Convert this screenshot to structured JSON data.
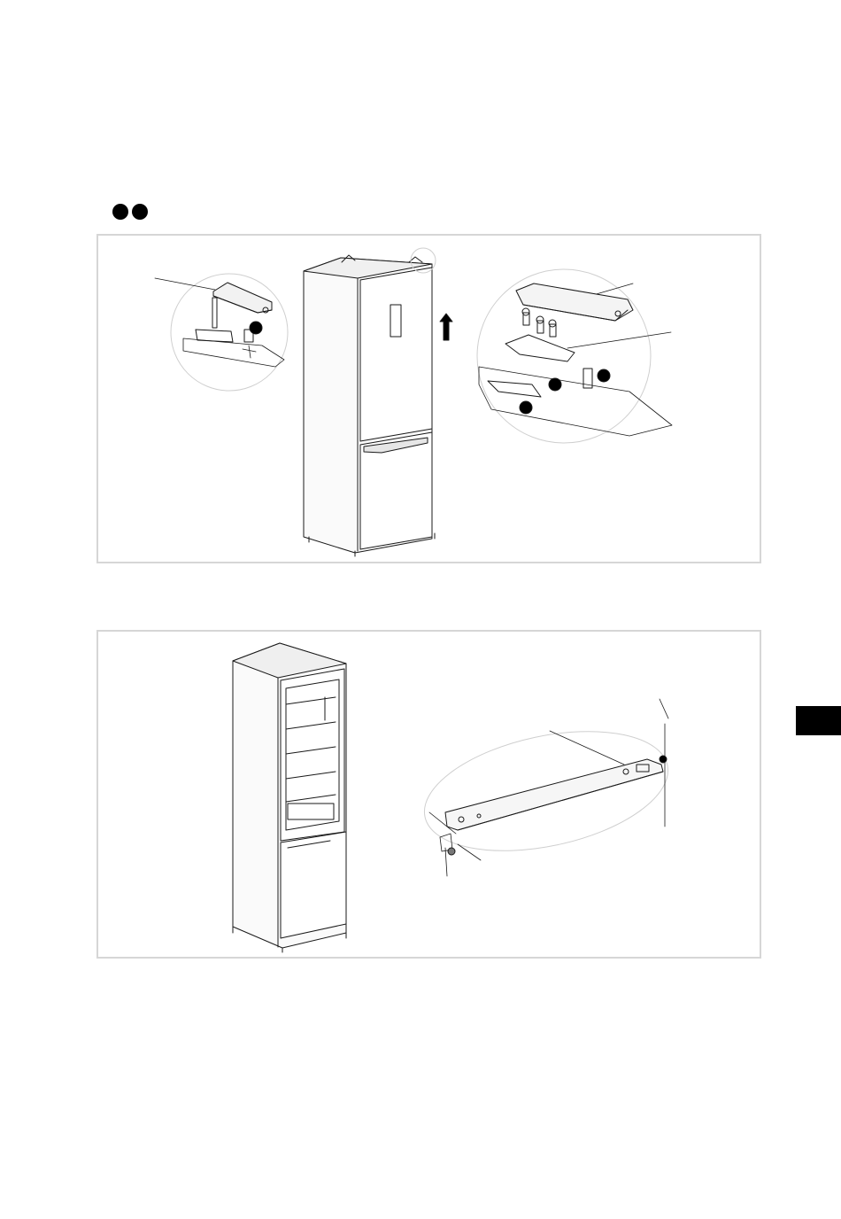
{
  "page": {
    "background": "#ffffff",
    "panel_border": "#d6d6d6",
    "ink": "#1a1a1a",
    "accent": "#000000"
  },
  "markers": {
    "top_pair": 2,
    "panel1_callouts": 4
  },
  "figures": [
    {
      "name": "door-hinge-removal",
      "icons": [
        "refrigerator-closed-icon",
        "hinge-cover-detail-icon",
        "hinge-exploded-detail-icon",
        "arrow-up-icon"
      ]
    },
    {
      "name": "door-reversal-open-fridge",
      "icons": [
        "refrigerator-open-icon",
        "door-top-bracket-detail-icon"
      ]
    }
  ],
  "side_tab": {
    "color": "#000000"
  }
}
